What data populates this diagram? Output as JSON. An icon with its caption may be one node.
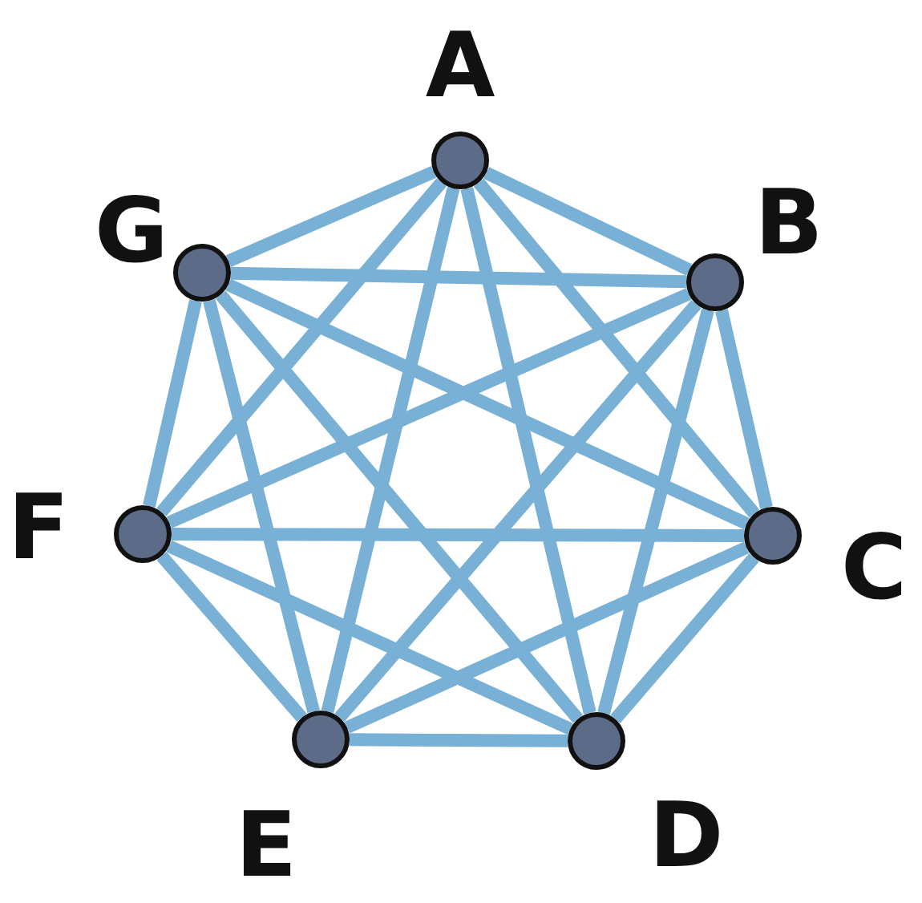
{
  "diagram": {
    "nodes": [
      {
        "text": [],
        "shape": "circle",
        "beside": [
          "A"
        ]
      },
      {
        "text": [],
        "shape": "circle",
        "beside": [
          "B"
        ]
      },
      {
        "text": [],
        "shape": "circle",
        "beside": [
          "C"
        ]
      },
      {
        "text": [],
        "shape": "circle",
        "beside": [
          "D"
        ]
      },
      {
        "text": [],
        "shape": "circle",
        "beside": [
          "E"
        ]
      },
      {
        "text": [],
        "shape": "circle",
        "beside": [
          "F"
        ]
      },
      {
        "text": [],
        "shape": "circle",
        "beside": [
          "G"
        ]
      }
    ],
    "edges": [
      {
        "from": 0,
        "to": 1,
        "arrow": "none"
      },
      {
        "from": 0,
        "to": 2,
        "arrow": "none"
      },
      {
        "from": 0,
        "to": 3,
        "arrow": "none"
      },
      {
        "from": 0,
        "to": 4,
        "arrow": "none"
      },
      {
        "from": 0,
        "to": 5,
        "arrow": "none"
      },
      {
        "from": 0,
        "to": 6,
        "arrow": "none"
      },
      {
        "from": 1,
        "to": 2,
        "arrow": "none"
      },
      {
        "from": 1,
        "to": 3,
        "arrow": "none"
      },
      {
        "from": 1,
        "to": 4,
        "arrow": "none"
      },
      {
        "from": 1,
        "to": 5,
        "arrow": "none"
      },
      {
        "from": 1,
        "to": 6,
        "arrow": "none"
      },
      {
        "from": 2,
        "to": 3,
        "arrow": "none"
      },
      {
        "from": 2,
        "to": 4,
        "arrow": "none"
      },
      {
        "from": 2,
        "to": 5,
        "arrow": "none"
      },
      {
        "from": 2,
        "to": 6,
        "arrow": "none"
      },
      {
        "from": 3,
        "to": 4,
        "arrow": "none"
      },
      {
        "from": 3,
        "to": 5,
        "arrow": "none"
      },
      {
        "from": 3,
        "to": 6,
        "arrow": "none"
      },
      {
        "from": 4,
        "to": 5,
        "arrow": "none"
      },
      {
        "from": 4,
        "to": 6,
        "arrow": "none"
      },
      {
        "from": 5,
        "to": 6,
        "arrow": "none"
      }
    ]
  }
}
